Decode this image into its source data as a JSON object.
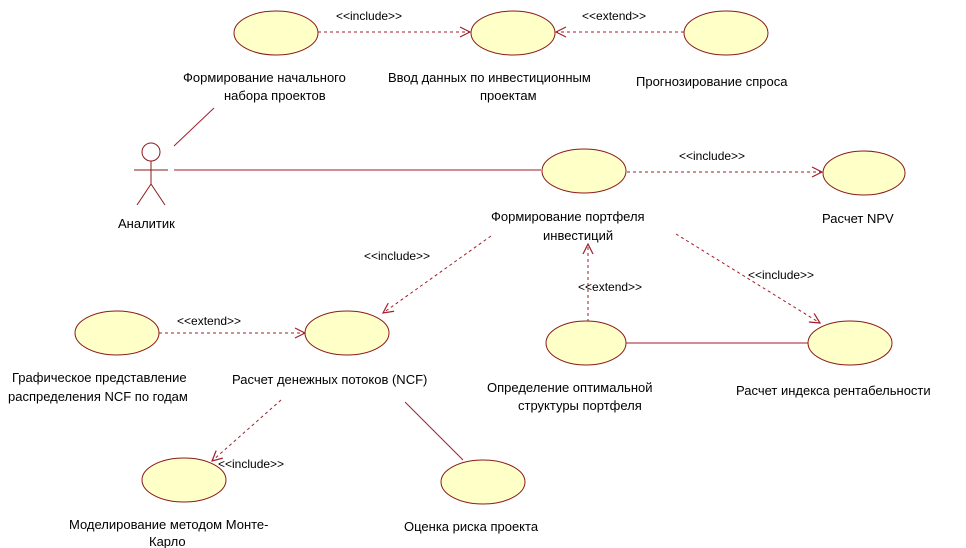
{
  "colors": {
    "usecase_fill": "#ffffc8",
    "outline": "#8b1a1a",
    "line": "#a01e2a",
    "text": "#000000"
  },
  "actor": {
    "name": "Аналитик"
  },
  "use_cases": {
    "form_initial": {
      "label_lines": [
        "Формирование начального",
        "набора проектов"
      ]
    },
    "data_input": {
      "label_lines": [
        "Ввод данных по инвестиционным",
        "проектам"
      ]
    },
    "demand_forecast": {
      "label_lines": [
        "Прогнозирование спроса"
      ]
    },
    "portfolio": {
      "label_lines": [
        "Формирование портфеля",
        "инвестиций"
      ]
    },
    "npv": {
      "label_lines": [
        "Расчет NPV"
      ]
    },
    "cash_flows": {
      "label_lines": [
        "Расчет денежных потоков (NCF)"
      ]
    },
    "graphic": {
      "label_lines": [
        "Графическое представление",
        "распределения NCF по годам"
      ]
    },
    "optimal_structure": {
      "label_lines": [
        "Определение оптимальной",
        "структуры портфеля"
      ]
    },
    "profitability": {
      "label_lines": [
        "Расчет индекса рентабельности"
      ]
    },
    "monte_carlo": {
      "label_lines": [
        "Моделирование методом Монте-",
        "Карло"
      ]
    },
    "risk": {
      "label_lines": [
        "Оценка риска проекта"
      ]
    }
  },
  "relations": {
    "include_label": "<<include>>",
    "extend_label": "<<extend>>"
  }
}
